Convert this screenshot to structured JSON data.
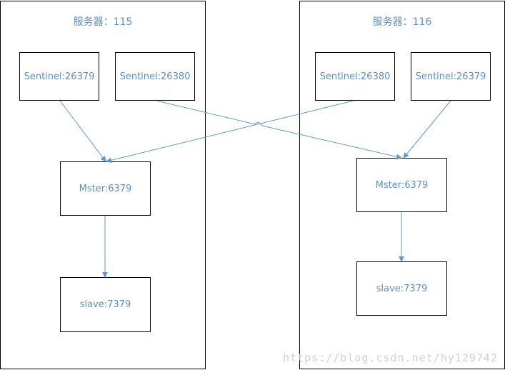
{
  "servers": [
    {
      "title": "服务器：115",
      "sentinels": [
        "Sentinel:26379",
        "Sentinel:26380"
      ],
      "master": "Mster:6379",
      "slave": "slave:7379"
    },
    {
      "title": "服务器：116",
      "sentinels": [
        "Sentinel:26380",
        "Sentinel:26379"
      ],
      "master": "Mster:6379",
      "slave": "slave:7379"
    }
  ],
  "watermark": "https://blog.csdn.net/hy129742",
  "colors": {
    "text": "#5b8fc7",
    "arrow": "#5b9bd5",
    "border": "#000000"
  }
}
